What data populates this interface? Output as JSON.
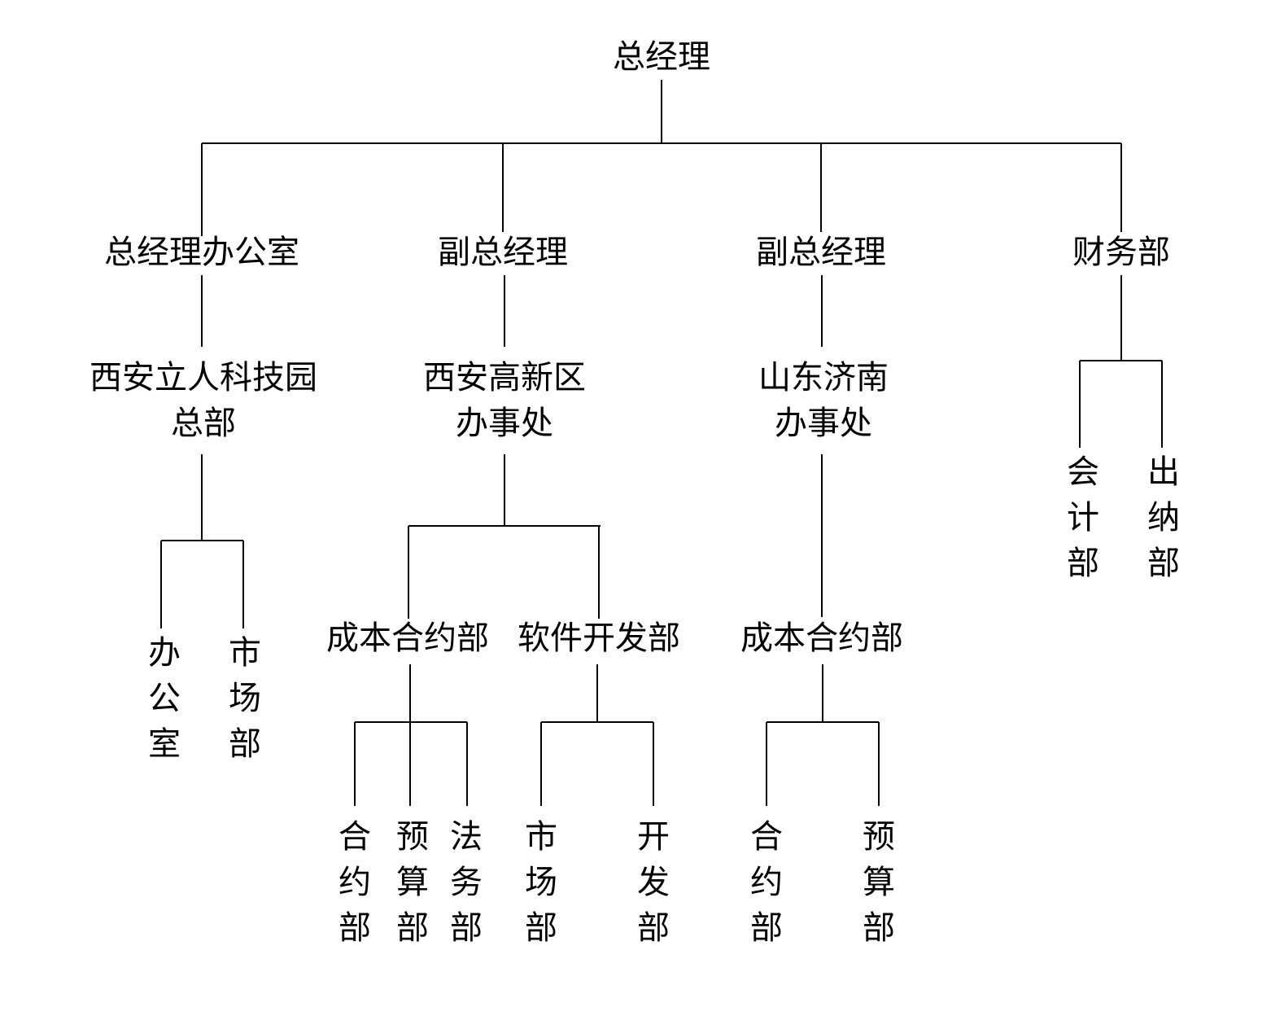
{
  "root": {
    "label": "总经理"
  },
  "level1": {
    "office": "总经理办公室",
    "vp_xian": "副总经理",
    "vp_jinan": "副总经理",
    "finance": "财务部"
  },
  "level2": {
    "hq_line1": "西安立人科技园",
    "hq_line2": "总部",
    "gaoxin_line1": "西安高新区",
    "gaoxin_line2": "办事处",
    "jinan_line1": "山东济南",
    "jinan_line2": "办事处"
  },
  "level3": {
    "hq_office": "办公室",
    "hq_market": "市场部",
    "gaoxin_cost": "成本合约部",
    "gaoxin_software": "软件开发部",
    "jinan_cost": "成本合约部",
    "fin_accounting": "会计部",
    "fin_cashier": "出纳部"
  },
  "level4": {
    "gx_contract": "合约部",
    "gx_budget": "预算部",
    "gx_legal": "法务部",
    "sw_market": "市场部",
    "sw_dev": "开发部",
    "jn_contract": "合约部",
    "jn_budget": "预算部"
  }
}
